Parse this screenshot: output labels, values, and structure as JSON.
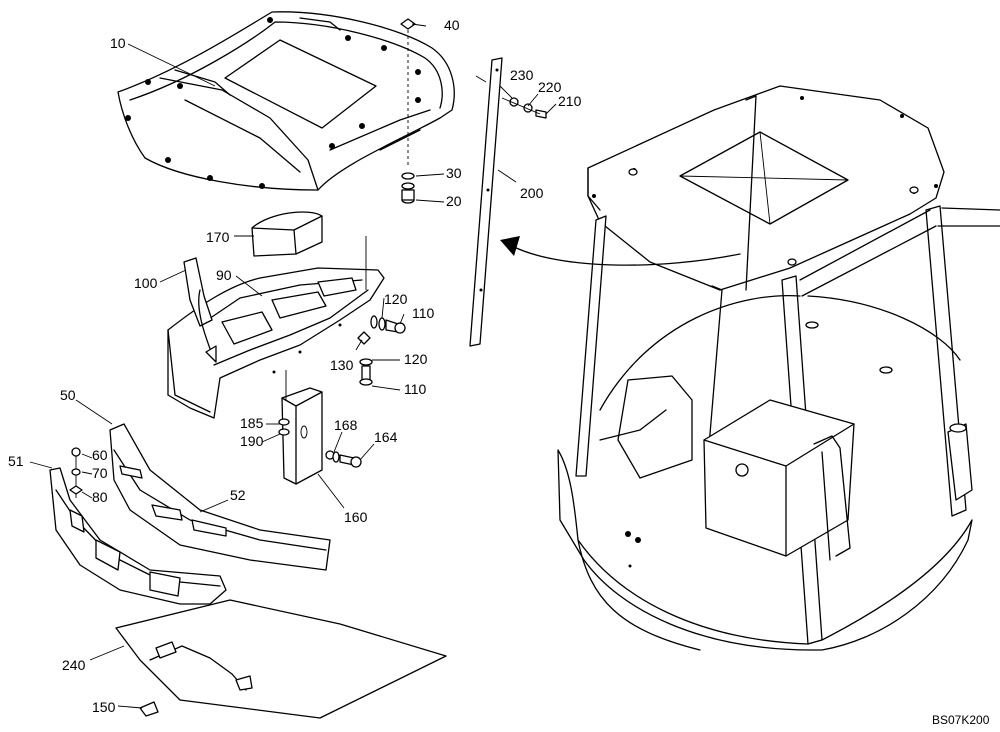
{
  "drawing_code": "BS07K200",
  "callouts": {
    "c10": "10",
    "c40": "40",
    "c230": "230",
    "c220": "220",
    "c210": "210",
    "c30": "30",
    "c20": "20",
    "c200": "200",
    "c170": "170",
    "c100": "100",
    "c90": "90",
    "c120a": "120",
    "c110a": "110",
    "c130": "130",
    "c120b": "120",
    "c110b": "110",
    "c50": "50",
    "c185": "185",
    "c190": "190",
    "c168": "168",
    "c164": "164",
    "c51": "51",
    "c60": "60",
    "c70": "70",
    "c80": "80",
    "c52": "52",
    "c160": "160",
    "c240": "240",
    "c150": "150"
  }
}
